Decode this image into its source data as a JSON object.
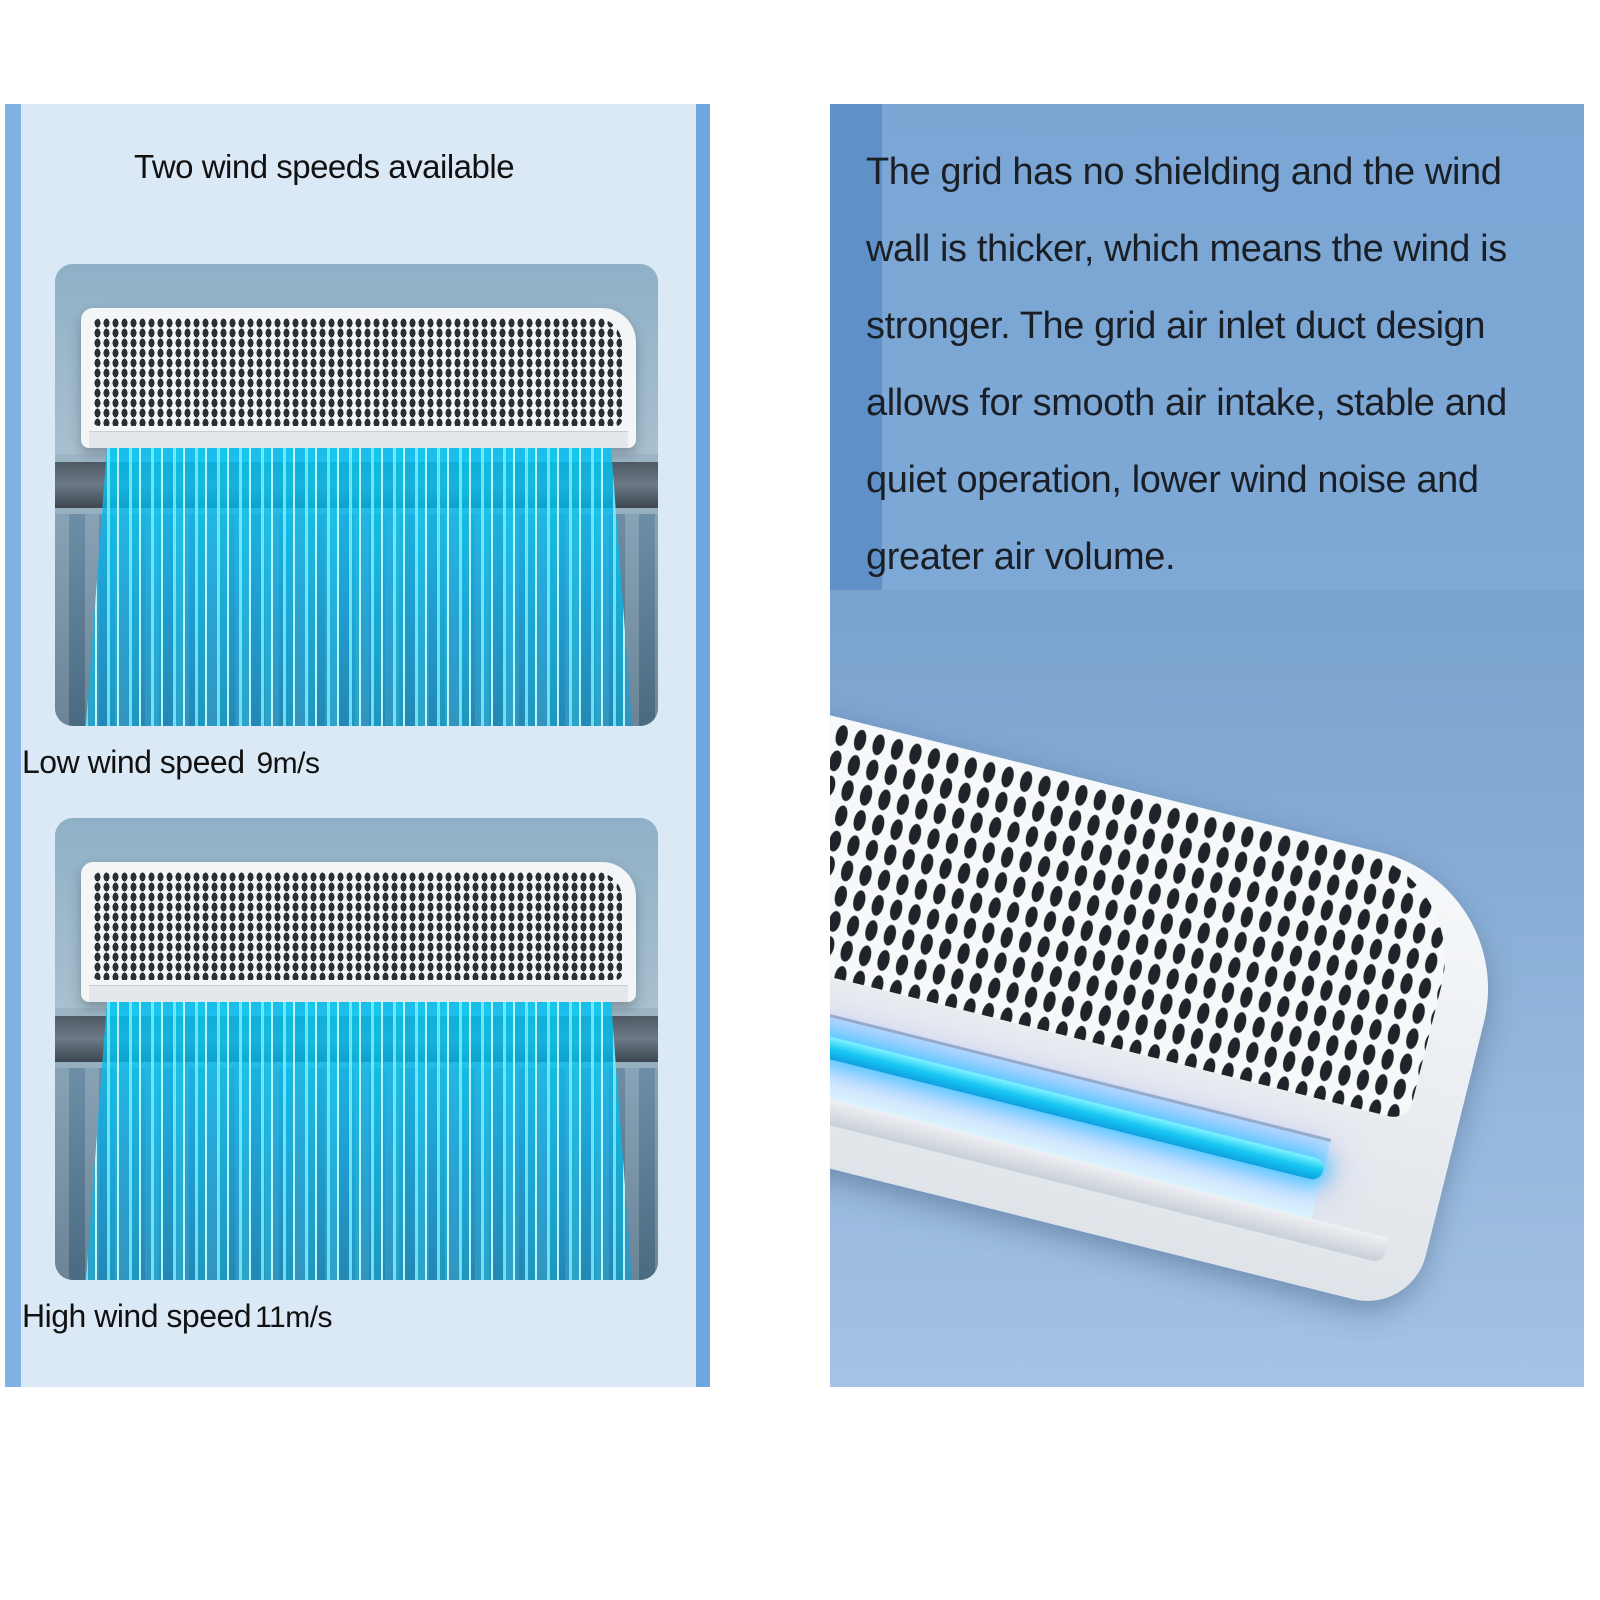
{
  "left": {
    "title": "Two wind speeds available",
    "low": {
      "label": "Low wind speed",
      "value": "9m/s"
    },
    "high": {
      "label": "High wind speed",
      "value": "11m/s"
    }
  },
  "right": {
    "description": "The grid has no shielding and the wind wall is thicker, which means the wind is stronger. The grid air inlet duct design allows for smooth air intake, stable and quiet operation, lower wind noise and greater air volume."
  },
  "colors": {
    "panel_left_bg": "#dbe9f7",
    "panel_right_bg": "#7aa3cf",
    "wind": "#19c8f2"
  }
}
